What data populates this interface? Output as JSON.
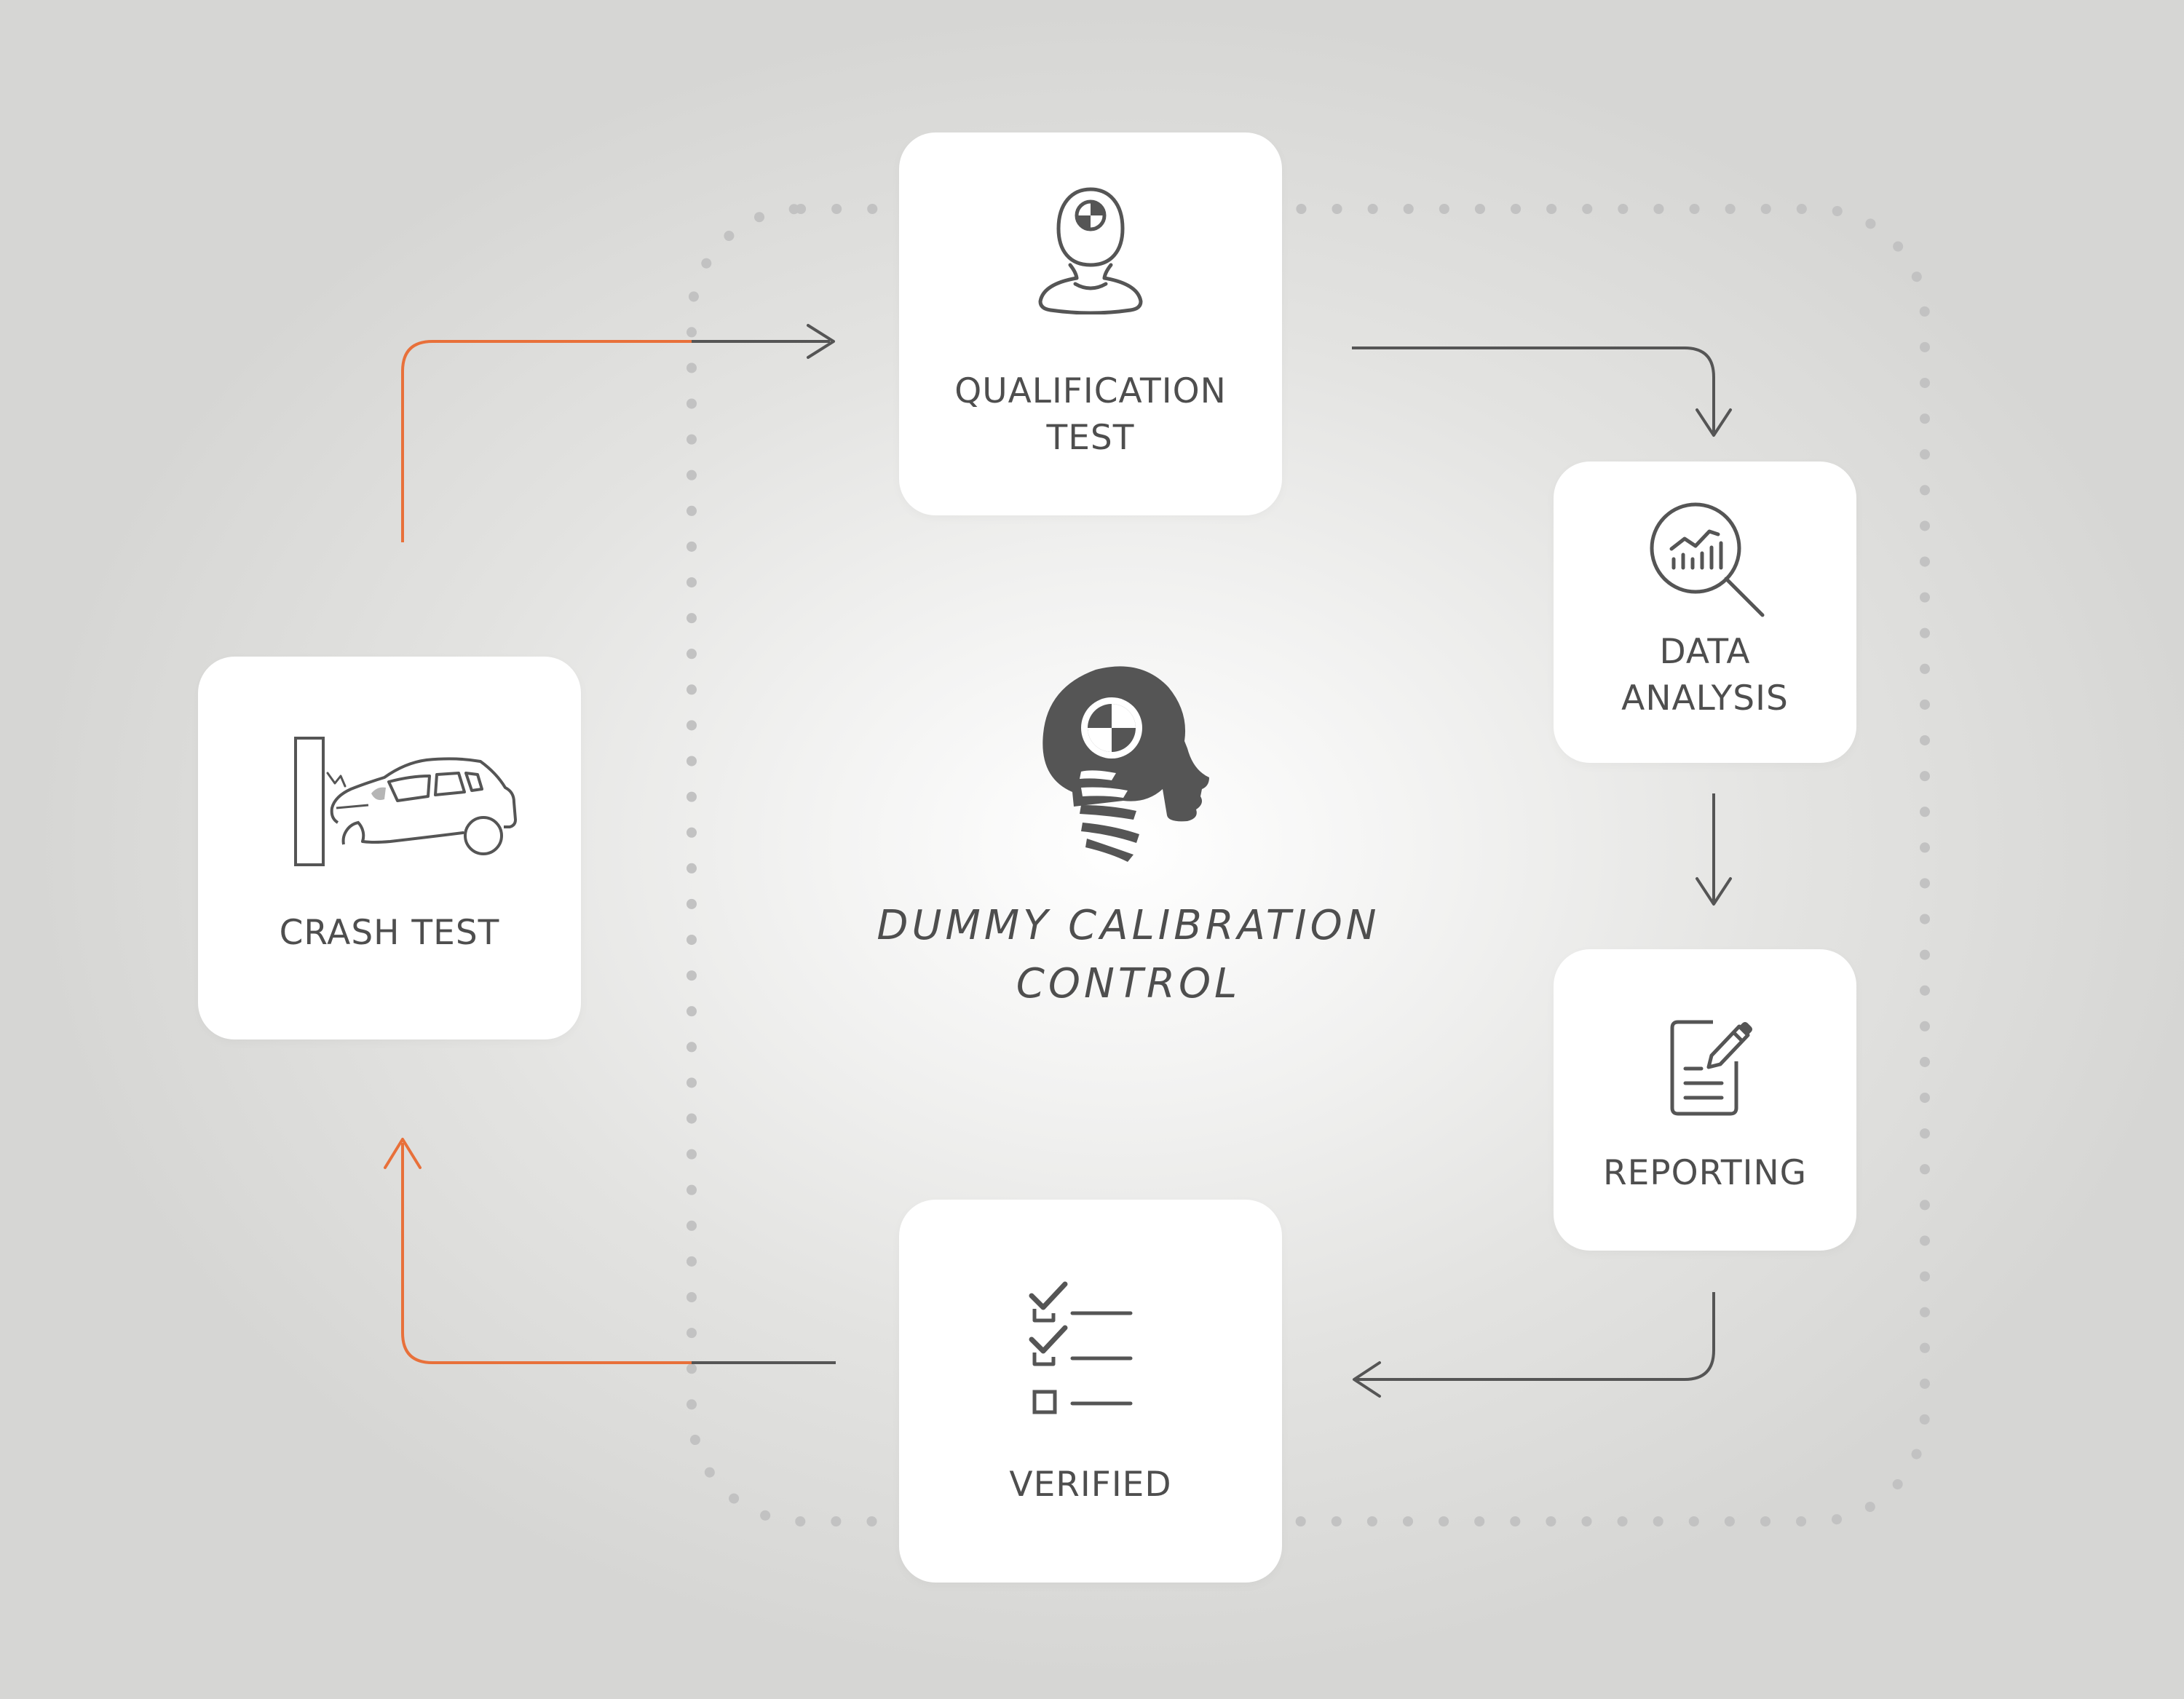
{
  "center": {
    "title_line1": "DUMMY CALIBRATION",
    "title_line2": "CONTROL",
    "icon": "crash-dummy-head-icon"
  },
  "steps": {
    "qualification": {
      "line1": "QUALIFICATION",
      "line2": "TEST",
      "icon": "crash-dummy-bust-icon"
    },
    "analysis": {
      "line1": "DATA",
      "line2": "ANALYSIS",
      "icon": "chart-magnifier-icon"
    },
    "reporting": {
      "line1": "REPORTING",
      "icon": "document-pencil-icon"
    },
    "verified": {
      "line1": "VERIFIED",
      "icon": "checklist-icon"
    },
    "crash": {
      "line1": "CRASH TEST",
      "icon": "car-crash-icon"
    }
  },
  "colors": {
    "accent_orange": "#e8703a",
    "line_dark": "#555555",
    "dotted_ring": "#c2c2c2",
    "text": "#4e4e4e",
    "icon": "#555555"
  }
}
